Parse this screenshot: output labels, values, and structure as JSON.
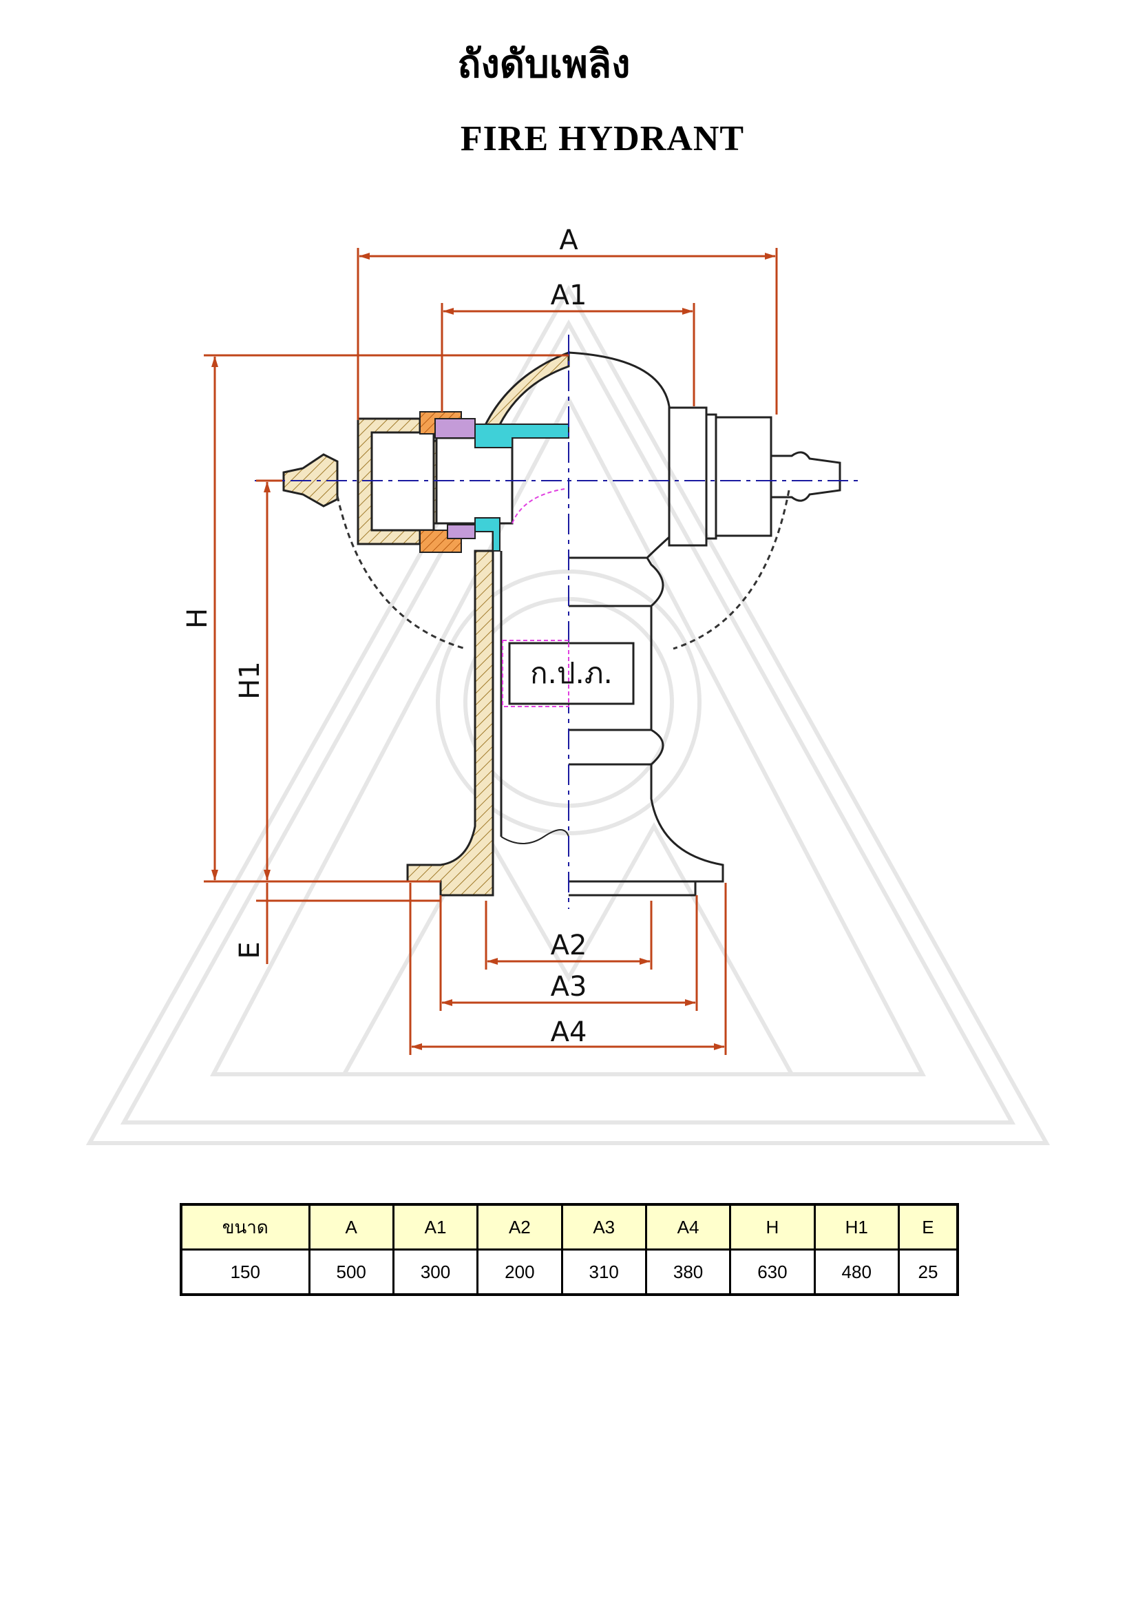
{
  "title_th": "ถังดับเพลิง",
  "title_en": "FIRE HYDRANT",
  "drawing": {
    "plate_text": "ก.ป.ภ.",
    "dimension_labels": {
      "A": "A",
      "A1": "A1",
      "A2": "A2",
      "A3": "A3",
      "A4": "A4",
      "H": "H",
      "H1": "H1",
      "E": "E"
    },
    "colors": {
      "dimension": "#c0451a",
      "centerline": "#1a1aa0",
      "outline": "#222222",
      "hatch": "#a07a2a",
      "coupling": "#e8892a",
      "seal": "#3fd0d8",
      "insert": "#c49bd8",
      "magenta": "#e040e0",
      "watermark": "#e6e6e6"
    }
  },
  "table": {
    "headers": [
      "ขนาด",
      "A",
      "A1",
      "A2",
      "A3",
      "A4",
      "H",
      "H1",
      "E"
    ],
    "rows": [
      [
        "150",
        "500",
        "300",
        "200",
        "310",
        "380",
        "630",
        "480",
        "25"
      ]
    ]
  }
}
